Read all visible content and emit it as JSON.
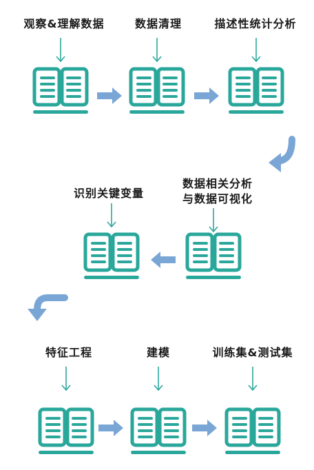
{
  "colors": {
    "teal": "#2aa79b",
    "arrow": "#7aa6d6",
    "text": "#1a1a1a"
  },
  "icon": "open-book-icon",
  "row1": {
    "step1": "观察&理解数据",
    "step2": "数据清理",
    "step3": "描述性统计分析"
  },
  "row2": {
    "step4_line1": "数据相关分析",
    "step4_line2": "与数据可视化",
    "step5": "识别关键变量"
  },
  "row3": {
    "step6": "特征工程",
    "step7": "建模",
    "step8": "训练集&测试集"
  }
}
